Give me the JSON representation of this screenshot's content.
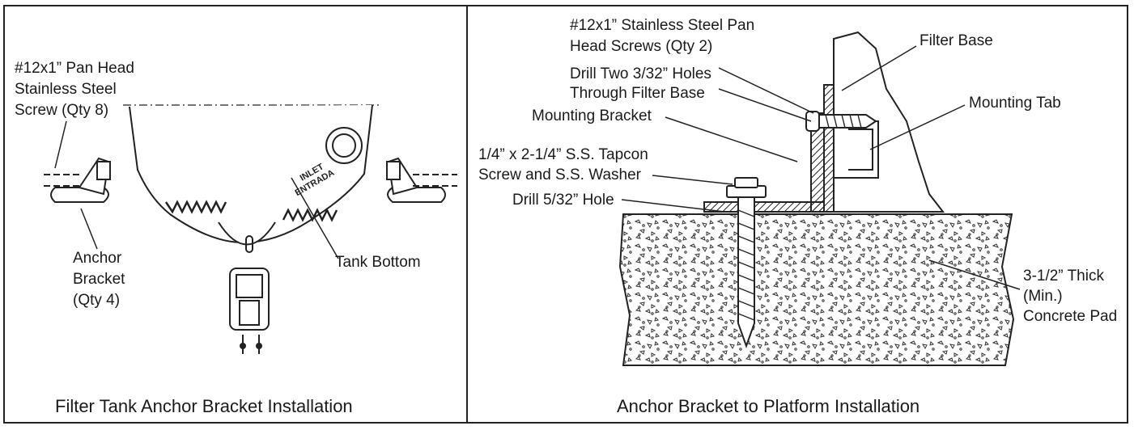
{
  "left_panel": {
    "screw_label_1": "#12x1” Pan Head",
    "screw_label_2": "Stainless Steel",
    "screw_label_3": "Screw (Qty 8)",
    "bracket_label_1": "Anchor",
    "bracket_label_2": "Bracket",
    "bracket_label_3": "(Qty 4)",
    "tank_label": "Tank Bottom",
    "caption": "Filter Tank Anchor Bracket Installation"
  },
  "right_panel": {
    "pan_screw_1": "#12x1” Stainless Steel Pan",
    "pan_screw_2": "Head Screws (Qty 2)",
    "drill_holes_1": "Drill Two 3/32” Holes",
    "drill_holes_2": "Through Filter Base",
    "mounting_bracket": "Mounting Bracket",
    "tapcon_1": "1/4” x 2-1/4” S.S. Tapcon",
    "tapcon_2": "Screw and S.S. Washer",
    "drill_hole": "Drill 5/32” Hole",
    "filter_base": "Filter Base",
    "mounting_tab": "Mounting Tab",
    "pad_1": "3-1/2” Thick",
    "pad_2": "(Min.)",
    "pad_3": "Concrete Pad",
    "caption": "Anchor Bracket to Platform Installation"
  }
}
